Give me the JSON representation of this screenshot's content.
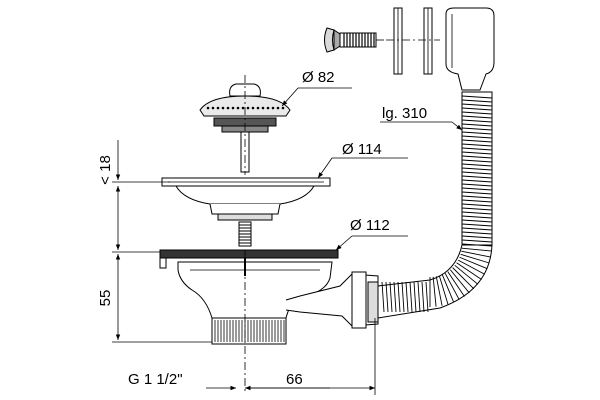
{
  "labels": {
    "d82": "Ø 82",
    "d114": "Ø 114",
    "d112": "Ø 112",
    "lg": "lg. 310",
    "h18": "< 18",
    "h55": "55",
    "thread": "G 1 1/2\"",
    "w66": "66"
  },
  "colors": {
    "stroke": "#000000",
    "fill_light": "#f2f2f2",
    "fill_mid": "#bdbdbd",
    "fill_dark": "#222222"
  }
}
